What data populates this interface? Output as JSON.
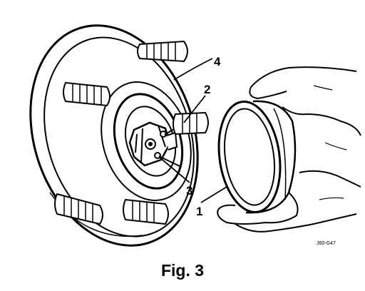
{
  "callouts": {
    "c1": "1",
    "c2": "2",
    "c3": "3",
    "c4": "4"
  },
  "drawing_code": "J60-G47",
  "caption": "Fig. 3"
}
